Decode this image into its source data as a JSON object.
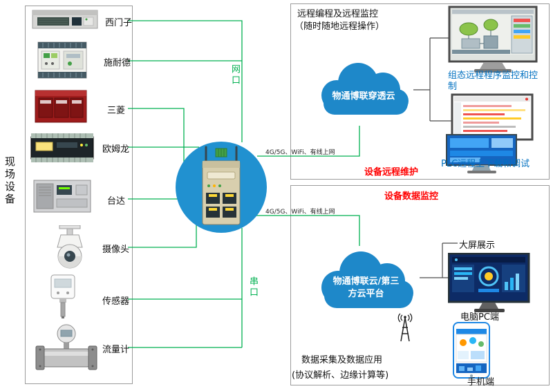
{
  "left_panel": {
    "side_label": "现场设备",
    "devices": [
      {
        "label": "西门子"
      },
      {
        "label": "施耐德"
      },
      {
        "label": "三菱"
      },
      {
        "label": "欧姆龙"
      },
      {
        "label": "台达"
      },
      {
        "label": "摄像头"
      },
      {
        "label": "传感器"
      },
      {
        "label": "流量计"
      }
    ]
  },
  "gateway": {
    "lan_port_label": "网口",
    "serial_port_label": "串口"
  },
  "remote_panel": {
    "title": "远程编程及远程监控",
    "subtitle": "（随时随地远程操作）",
    "cloud_label": "物通博联穿透云",
    "link_label": "4G/5G、WiFi、有线上网",
    "scada_caption": "组态远程程序监控和控制",
    "plc_caption": "PLC远程上下载和调试",
    "highlight": "设备远程维护"
  },
  "data_panel": {
    "title": "设备数据监控",
    "cloud_label_line1": "物通博联云/第三",
    "cloud_label_line2": "方云平台",
    "link_label": "4G/5G、WiFi、有线上网",
    "big_screen_caption": "大屏展示",
    "pc_caption": "电脑PC端",
    "phone_caption": "手机端",
    "footer_line1": "数据采集及数据应用",
    "footer_line2": "(协议解析、边缘计算等)"
  },
  "colors": {
    "wire_green": "#00b050",
    "wire_black": "#4a4a4a",
    "cloud_blue": "#1e88c9",
    "circle_blue": "#2191d0",
    "accent_red": "#ff0000",
    "caption_blue": "#0070c0"
  }
}
